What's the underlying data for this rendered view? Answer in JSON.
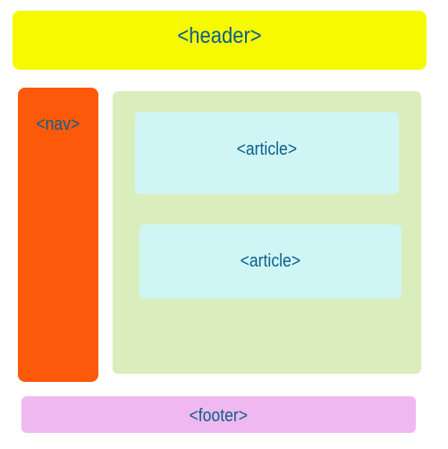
{
  "regions": {
    "header": "<header>",
    "nav": "<nav>",
    "main": "",
    "article_1": "<article>",
    "article_2": "<article>",
    "footer": "<footer>"
  },
  "colors": {
    "header": "#f6f900",
    "nav": "#fc5a0a",
    "main": "#d9eebc",
    "article": "#cff6f5",
    "footer": "#f0b8f0",
    "text": "#0b5e8c"
  }
}
